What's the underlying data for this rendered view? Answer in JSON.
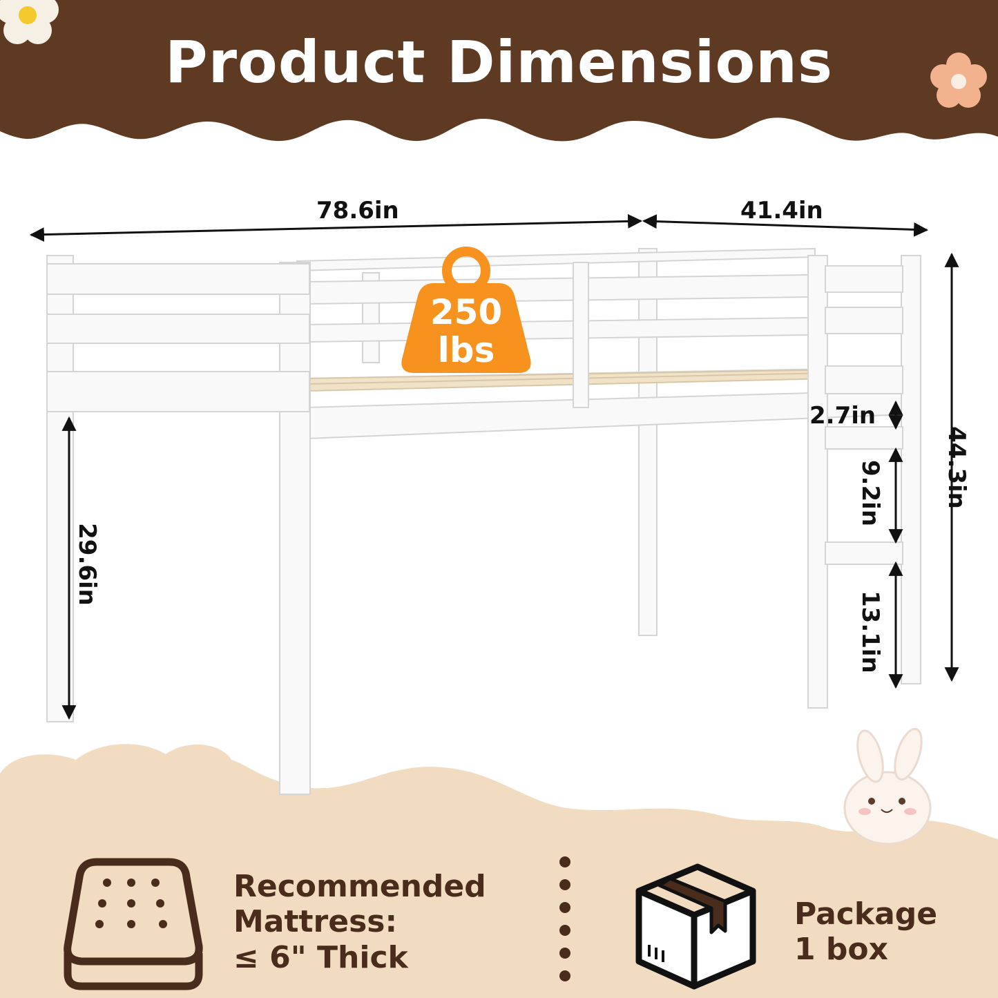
{
  "title": "Product Dimensions",
  "dimensions": {
    "length": "78.6in",
    "width": "41.4in",
    "total_height": "44.3in",
    "clearance_height": "29.6in",
    "ladder_top_gap": "2.7in",
    "ladder_step_spacing": "9.2in",
    "ladder_bottom_gap": "13.1in"
  },
  "weight_badge": {
    "value": "250",
    "unit": "lbs"
  },
  "mattress": {
    "line1": "Recommended",
    "line2": "Mattress:",
    "line3": "≤ 6\" Thick"
  },
  "package": {
    "line1": "Package",
    "line2": "1 box"
  },
  "colors": {
    "header_brown": "#5e3a22",
    "footer_beige": "#f1dcc1",
    "badge_orange": "#f7921e",
    "text_dark": "#111111",
    "text_brown": "#4a2c1c"
  }
}
